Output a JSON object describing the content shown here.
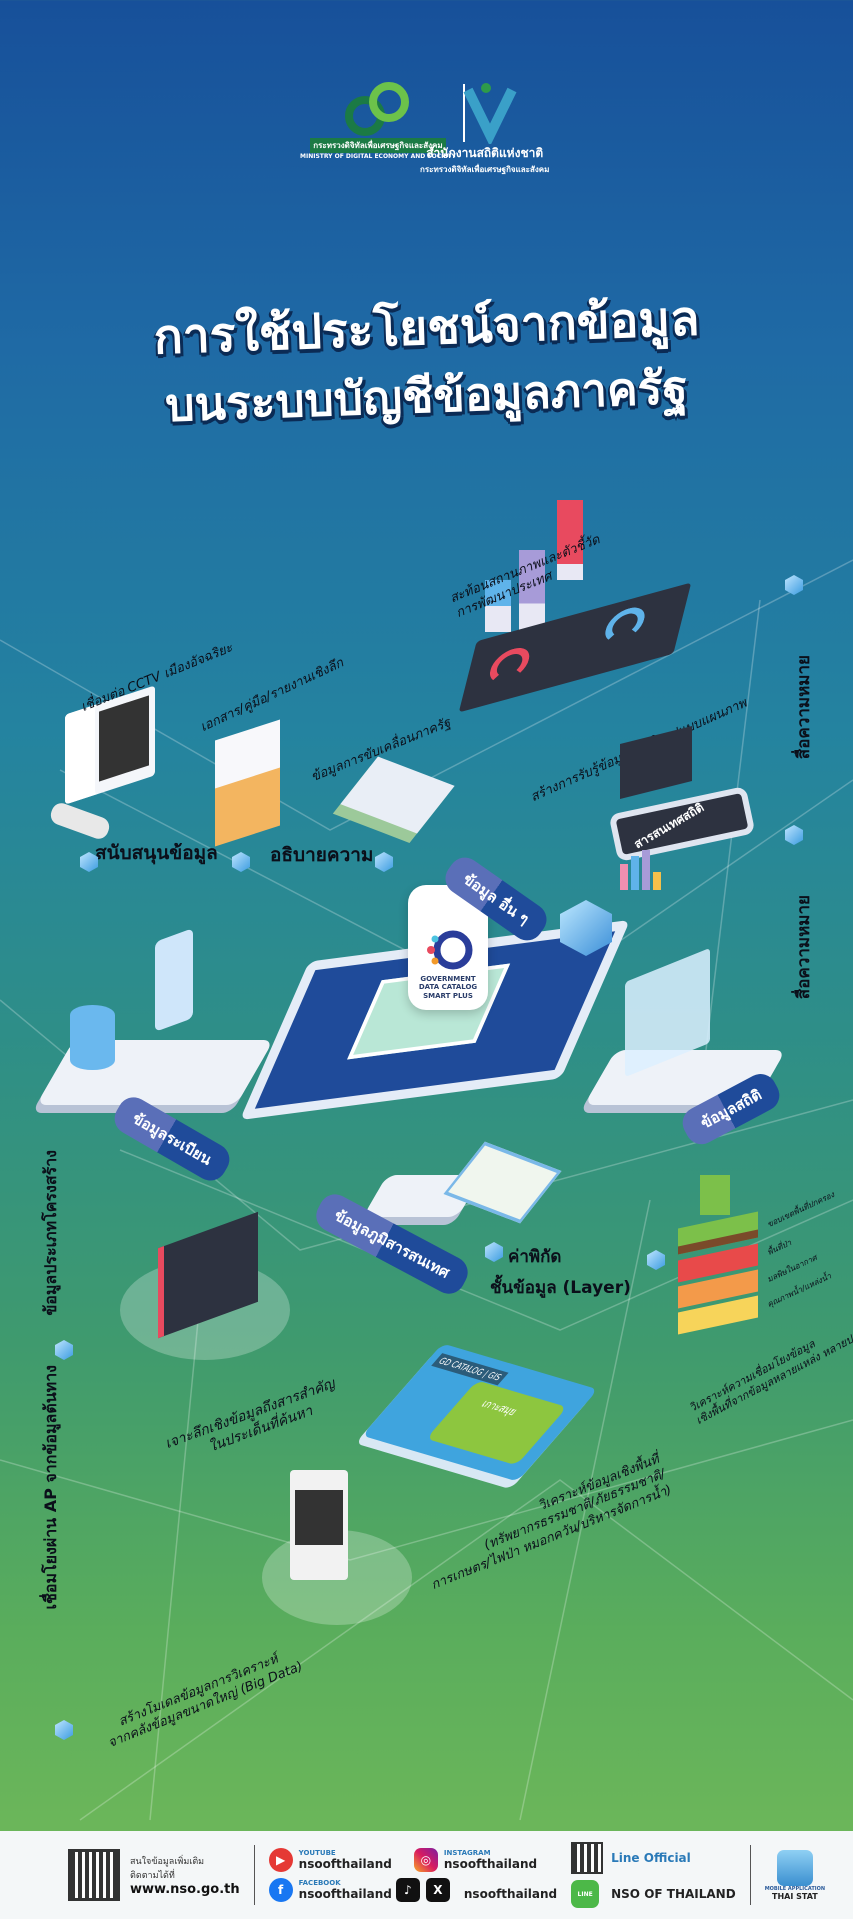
{
  "logos": {
    "mdes_th": "กระทรวงดิจิทัลเพื่อเศรษฐกิจและสังคม",
    "mdes_en": "MINISTRY OF DIGITAL ECONOMY AND SOCIETY",
    "nso_th": "สำนักงานสถิติแห่งชาติ",
    "nso_sub": "กระทรวงดิจิทัลเพื่อเศรษฐกิจและสังคม"
  },
  "title": {
    "line1": "การใช้ประโยชน์จากข้อมูล",
    "line2": "บนระบบบัญชีข้อมูลภาครัฐ"
  },
  "center_logo": {
    "line1": "GOVERNMENT",
    "line2": "DATA CATALOG",
    "line3": "SMART PLUS"
  },
  "labels": {
    "indicators": [
      "สะท้อนสถานภาพและตัวชี้วัด",
      "การพัฒนาประเทศ"
    ],
    "cctv": "เชื่อมต่อ CCTV เมืองอัจฉริยะ",
    "documents": "เอกสาร/คู่มือ/รายงานเชิงลึก",
    "gov_drive": "ข้อมูลการขับเคลื่อนภาครัฐ",
    "support": "สนับสนุนข้อมูล",
    "explain": "อธิบายความ",
    "awareness": "สร้างการรับรู้ข้อมูลสถิติในรูปแบบแผนภาพ",
    "stat_info_screen": "สารสนเทศสถิติ",
    "meaning_1": "สื่อความหมาย",
    "meaning_2": "สื่อความหมาย",
    "coordinates": "ค่าพิกัด",
    "layer": "ชั้นข้อมูล (Layer)",
    "layer_items": [
      "ขอบเขตพื้นที่ปกครอง",
      "พื้นที่ป่า",
      "มลพิษในอากาศ",
      "คุณภาพน้ำ/แหล่งน้ำ"
    ],
    "link_analysis": [
      "วิเคราะห์ความเชื่อมโยงข้อมูล",
      "เชิงพื้นที่จากข้อมูลหลายแหล่ง หลายประเภท"
    ],
    "drill_down": [
      "เจาะลึกเชิงข้อมูลถึงสารสำคัญ",
      "ในประเด็นที่ค้นหา"
    ],
    "spatial": [
      "วิเคราะห์ข้อมูลเชิงพื้นที่",
      "(ทรัพยากรธรรมชาติ/ภัยธรรมชาติ/",
      "การเกษตร/ไฟป่า หมอกควัน/บริหารจัดการน้ำ)"
    ],
    "map_title": "GD CATALOG | GIS",
    "map_place": "เกาะสมุย",
    "big_data": [
      "สร้างโมเดลข้อมูลการวิเคราะห์",
      "จากคลังข้อมูลขนาดใหญ่ (Big Data)"
    ],
    "structured": "ข้อมูลประเภทโครงสร้าง",
    "api": "เชื่อมโยงผ่าน AP จากข้อมูลต้นทาง"
  },
  "badges": {
    "other": "ข้อมูล อื่น ๆ",
    "statistics": "ข้อมูลสถิติ",
    "registry": "ข้อมูลระเบียน",
    "geo": "ข้อมูลภูมิสารสนเทศ"
  },
  "footer": {
    "more_1": "สนใจข้อมูลเพิ่มเติม",
    "more_2": "ติดตามได้ที่",
    "url": "www.nso.go.th",
    "youtube_label": "YOUTUBE",
    "youtube": "nsoofthailand",
    "facebook_label": "FACEBOOK",
    "facebook": "nsoofthailand",
    "instagram_label": "INSTAGRAM",
    "instagram": "nsoofthailand",
    "tiktok_x": "nsoofthailand",
    "line_label": "Line Official",
    "line": "NSO OF THAILAND",
    "line_icon": "LINE",
    "app_label": "MOBILE APPLICATION",
    "app": "THAI STAT"
  },
  "colors": {
    "top": "#17509a",
    "mid": "#2483a0",
    "bottom": "#6bb65a",
    "badge": "#1f4b9a",
    "accent_red": "#e84a5f"
  }
}
